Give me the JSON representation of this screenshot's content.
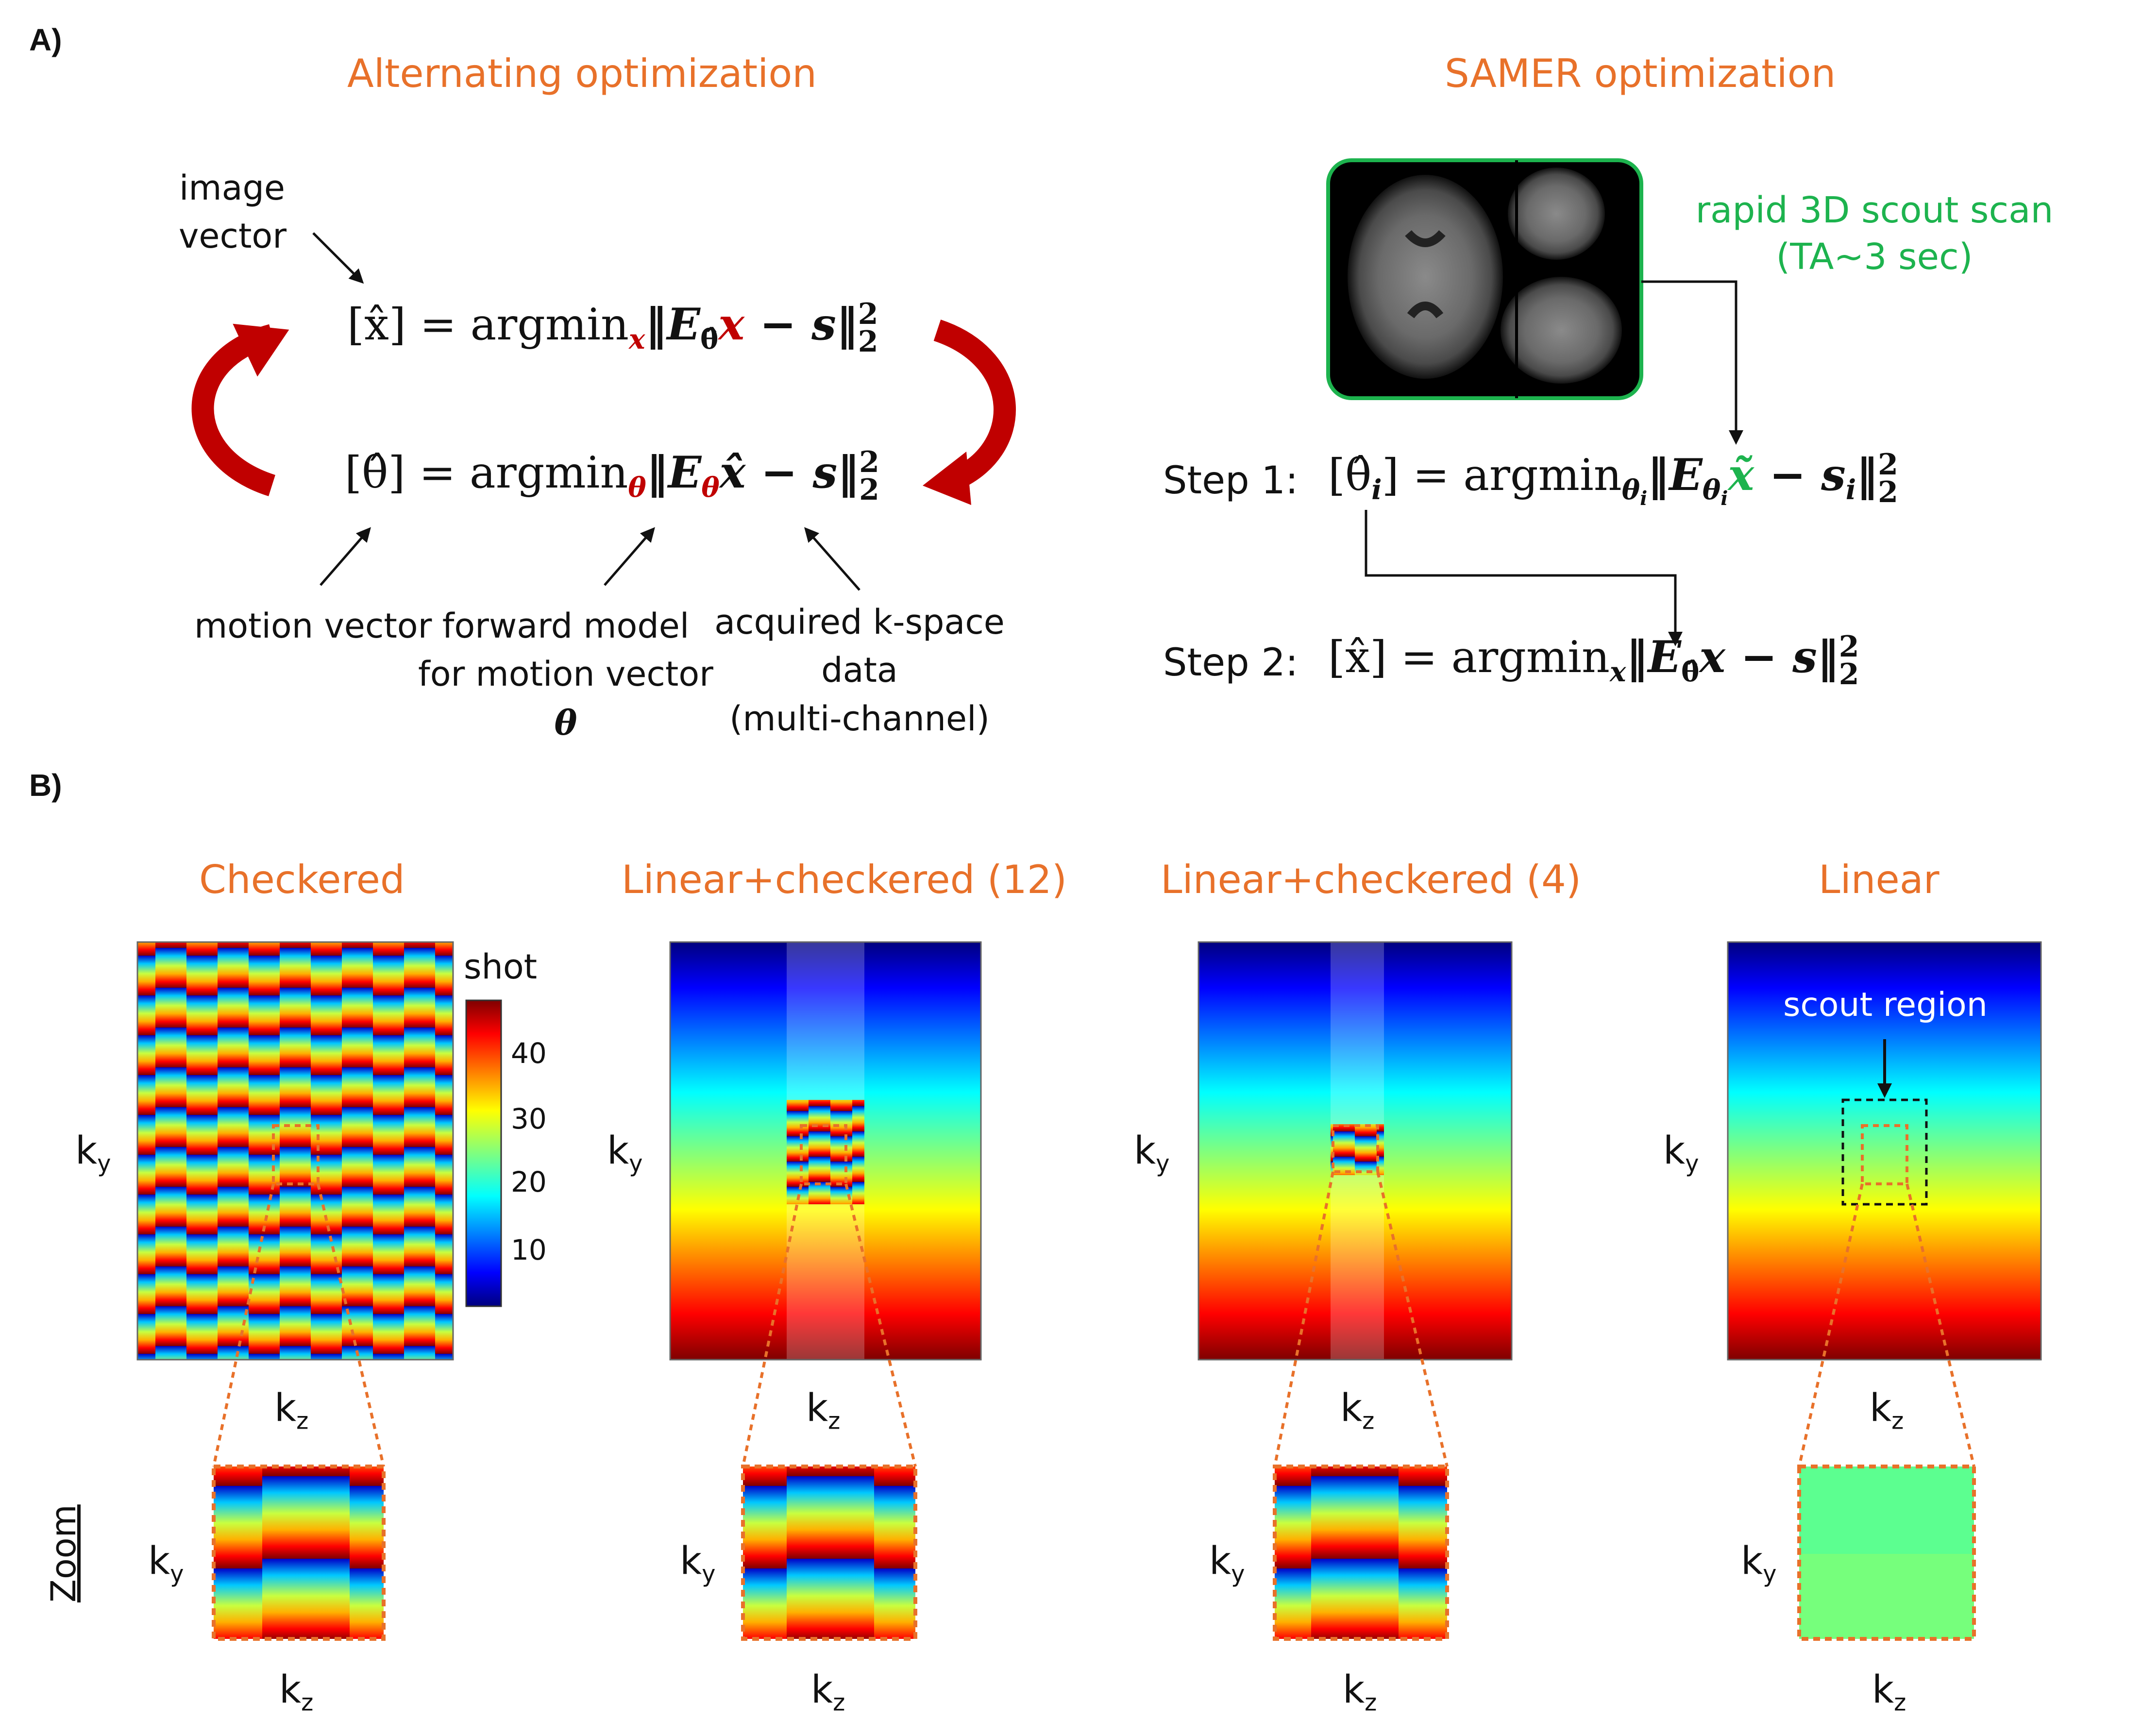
{
  "panel_a": {
    "label": "A)",
    "left_title": "Alternating optimization",
    "right_title": "SAMER optimization",
    "image_vector_lines": [
      "image",
      "vector"
    ],
    "motion_vector": "motion vector",
    "forward_model_lines": [
      "forward model",
      "for motion vector",
      "θ"
    ],
    "acquired_lines": [
      "acquired k-space",
      "data",
      "(multi-channel)"
    ],
    "eq1": {
      "lhs": "[x̂] = argmin",
      "sub": "x",
      "body_pre": "‖E",
      "body_sub": "θ̂",
      "body_var": "x",
      "body_post": " − s‖",
      "sup": "2",
      "sub2": "2"
    },
    "eq2": {
      "lhs": "[θ̂] = argmin",
      "sub": "θ",
      "body_pre": "‖E",
      "body_sub": "θ",
      "body_post": "x̂ − s‖",
      "sup": "2",
      "sub2": "2"
    },
    "scout_lines": [
      "rapid 3D scout scan",
      "(TA~3 sec)"
    ],
    "step1_label": "Step 1:",
    "step2_label": "Step 2:",
    "step1_eq": {
      "lhs": "[θ̂",
      "lhs_sub": "i",
      "mid": "] = argmin",
      "sub": "θ",
      "sub_i": "i",
      "body_pre": "‖E",
      "body_sub": "θ",
      "body_sub_i": "i",
      "var": "x̃",
      "body_post": " − s",
      "post_sub": "i",
      "norm": "‖",
      "sup": "2",
      "sub2": "2"
    },
    "step2_eq": {
      "lhs": "[x̂] = argmin",
      "sub": "x",
      "body_pre": "‖E",
      "body_sub": "θ̂",
      "body_post": "x − s‖",
      "sup": "2",
      "sub2": "2"
    }
  },
  "panel_b": {
    "label": "B)",
    "titles": [
      "Checkered",
      "Linear+checkered (12)",
      "Linear+checkered (4)",
      "Linear"
    ],
    "ky": "k",
    "ky_sub": "y",
    "kz": "k",
    "kz_sub": "z",
    "zoom_label": "Zoom",
    "colorbar_label": "shot",
    "colorbar_ticks": [
      "40",
      "30",
      "20",
      "10"
    ],
    "scout_region": "scout region",
    "colors": {
      "orange": "#E8712A",
      "green": "#1DB34E",
      "dark_red": "#C00000"
    }
  }
}
